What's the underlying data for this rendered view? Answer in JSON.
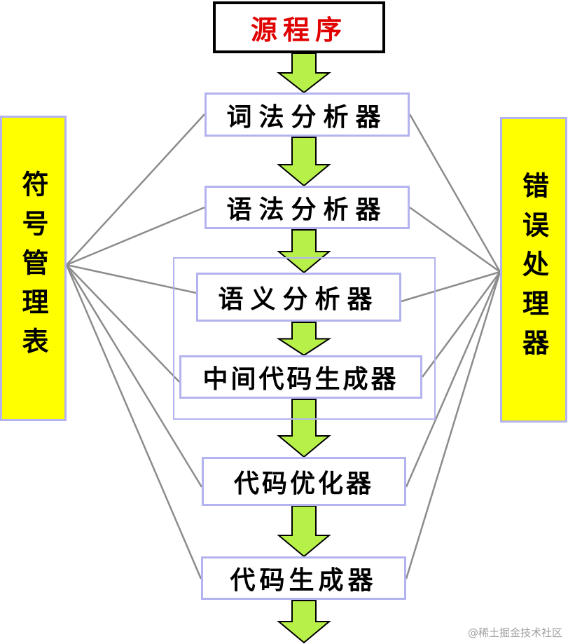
{
  "source": "源程序",
  "stages": [
    {
      "id": "lexer",
      "label": "词法分析器"
    },
    {
      "id": "parser",
      "label": "语法分析器"
    },
    {
      "id": "semantic",
      "label": "语义分析器"
    },
    {
      "id": "ir-gen",
      "label": "中间代码生成器"
    },
    {
      "id": "optimizer",
      "label": "代码优化器"
    },
    {
      "id": "codegen",
      "label": "代码生成器"
    }
  ],
  "symbol_table": "符号管理表",
  "error_handler": "错误处理器",
  "watermark": "@稀土掘金技术社区",
  "colors": {
    "arrow_fill": "#b8f04a",
    "arrow_stroke": "#000000",
    "side_fill": "#ffff00",
    "box_border": "#b3b3ef",
    "line": "#8c8c8c",
    "source_text": "#e00000"
  }
}
